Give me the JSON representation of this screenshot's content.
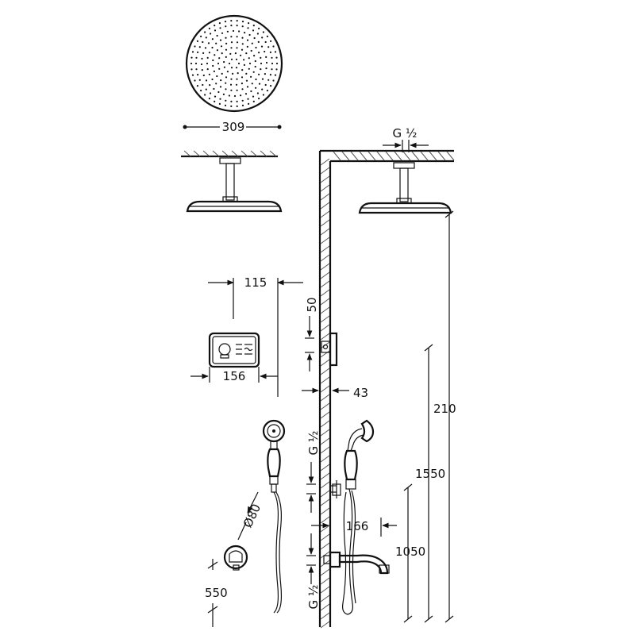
{
  "dimensions": {
    "head_diameter": "309",
    "ceiling_thread": "G ½",
    "mixer_depth_gap": "115",
    "mixer_offset_50": "50",
    "mixer_width": "156",
    "wall_projection": "43",
    "thread_upper": "G ½",
    "thread_lower": "G ½",
    "holder_diameter": "Ø80",
    "spout_reach": "166",
    "height_2100": "210",
    "height_1550": "1550",
    "height_1050": "1050",
    "height_550": "550"
  },
  "colors": {
    "line": "#111111",
    "hatch": "#555555"
  }
}
